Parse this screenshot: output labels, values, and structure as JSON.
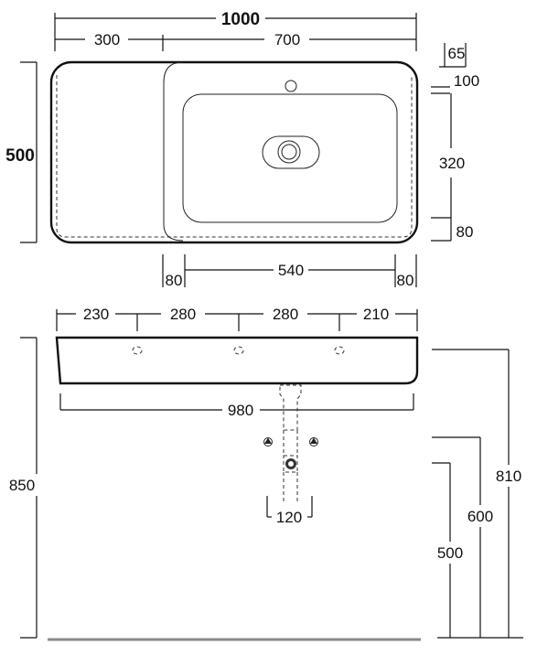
{
  "top_view": {
    "overall_width": "1000",
    "deck_width": "300",
    "bowl_width": "700",
    "overall_depth": "500",
    "tap_offset_side": "65",
    "tap_offset_back": "100",
    "bowl_depth": "320",
    "front_margin": "80",
    "bowl_left_margin": "80",
    "bowl_inner_width": "540",
    "bowl_right_margin": "80"
  },
  "front_view": {
    "seg_1": "230",
    "seg_2": "280",
    "seg_3": "280",
    "seg_4": "210",
    "fixing_span": "980",
    "total_height": "850",
    "rim_height": "810",
    "waste_height": "600",
    "fixing_height": "500",
    "trap_width": "120"
  }
}
